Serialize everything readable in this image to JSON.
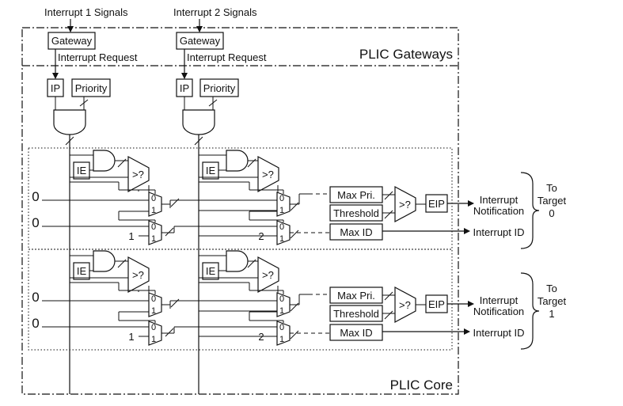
{
  "labels": {
    "interrupt1_signals": "Interrupt 1 Signals",
    "interrupt2_signals": "Interrupt 2 Signals",
    "gateway": "Gateway",
    "interrupt_request": "Interrupt Request",
    "plic_gateways": "PLIC Gateways",
    "plic_core": "PLIC Core",
    "ip": "IP",
    "priority": "Priority",
    "ie": "IE",
    "compare": ">?",
    "max_pri": "Max Pri.",
    "threshold": "Threshold",
    "max_id": "Max ID",
    "eip": "EIP",
    "mux_in0": "0",
    "mux_in1": "1",
    "const0": "0",
    "id1": "1",
    "id2": "2",
    "interrupt_notification_l1": "Interrupt",
    "interrupt_notification_l2": "Notification",
    "interrupt_id": "Interrupt ID",
    "to": "To",
    "target": "Target"
  },
  "targets": [
    {
      "number": "0"
    },
    {
      "number": "1"
    }
  ]
}
